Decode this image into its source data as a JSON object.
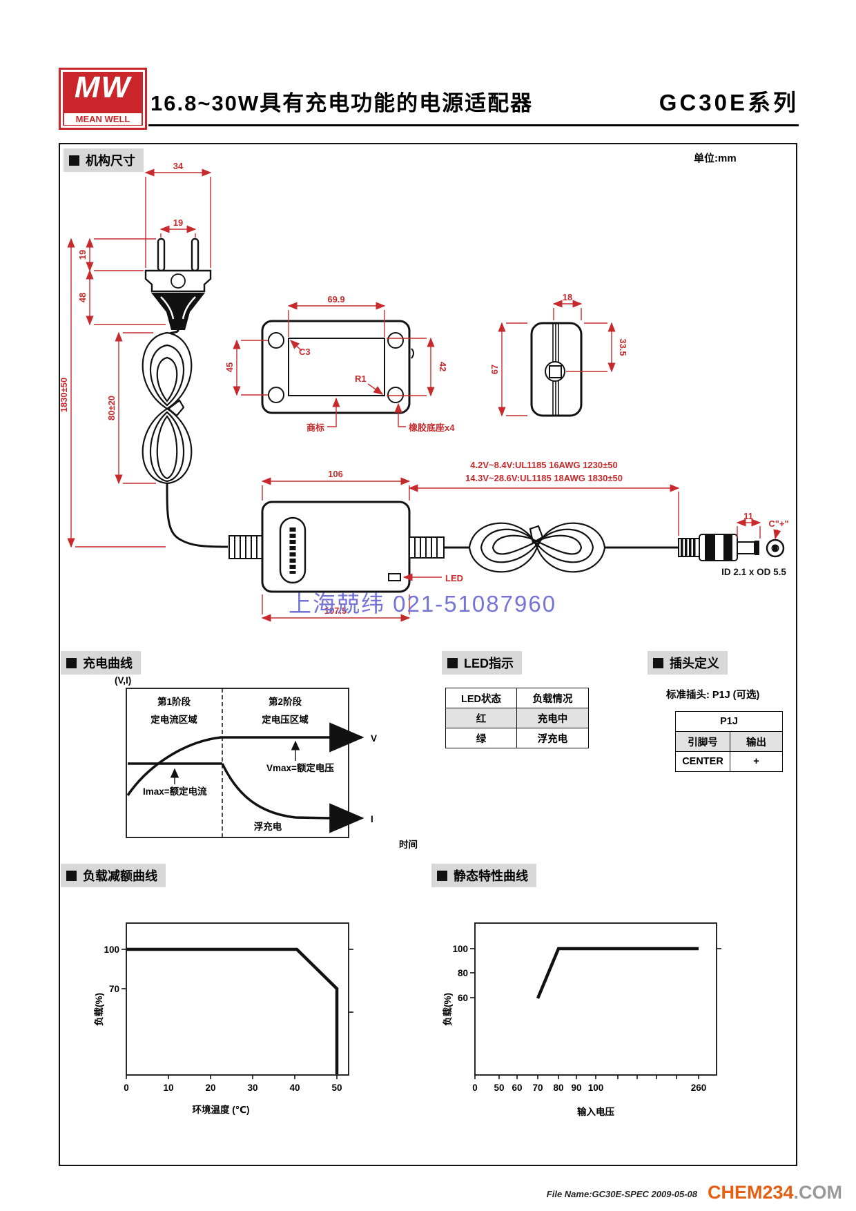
{
  "header": {
    "logo_mw": "MW",
    "logo_sub": "MEAN WELL",
    "title": "16.8~30W具有充电功能的电源适配器",
    "series": "GC30E系列"
  },
  "unit_note": "单位:mm",
  "sections": {
    "mech": "机构尺寸",
    "charge": "充电曲线",
    "led": "LED指示",
    "plug": "插头定义",
    "derating": "负载减额曲线",
    "static_curve": "静态特性曲线"
  },
  "mech": {
    "dims": {
      "plug_width": "34",
      "pin_pitch": "19",
      "pin_length": "19",
      "plug_height": "48",
      "cord_length": "1830±50",
      "coil_length": "80±20",
      "face_width": "69.9",
      "hole_pitch": "45",
      "face_height": "42",
      "side_width": "18",
      "side_offset": "33.5",
      "side_height": "67",
      "body_length": "106",
      "body_length_total": "107.5",
      "tip_length": "11"
    },
    "cable_note1": "4.2V~8.4V:UL1185 16AWG 1230±50",
    "cable_note2": "14.3V~28.6V:UL1185 18AWG 1830±50",
    "callouts": {
      "c3": "C3",
      "r1": "R1",
      "trademark": "商标",
      "rubber_feet": "橡胶底座x4",
      "led": "LED",
      "polarity": "C\"+\"",
      "tip_spec": "ID 2.1 x OD 5.5"
    }
  },
  "charge_chart": {
    "axis": "(V,I)",
    "stage1_line1": "第1阶段",
    "stage1_line2": "定电流区域",
    "stage2_line1": "第2阶段",
    "stage2_line2": "定电压区域",
    "imax": "Imax=额定电流",
    "vmax": "Vmax=额定电压",
    "float_charge": "浮充电",
    "v_label": "V",
    "i_label": "I",
    "time_label": "时间"
  },
  "led_table": {
    "headers": [
      "LED状态",
      "负载情况"
    ],
    "rows": [
      [
        "红",
        "充电中"
      ],
      [
        "绿",
        "浮充电"
      ]
    ]
  },
  "plug_def": {
    "note": "标准插头: P1J (可选)",
    "title": "P1J",
    "headers": [
      "引脚号",
      "输出"
    ],
    "row": [
      "CENTER",
      "+"
    ]
  },
  "derating_chart": {
    "yticks": [
      "100",
      "70"
    ],
    "xticks": [
      "0",
      "10",
      "20",
      "30",
      "40",
      "50"
    ],
    "ylabel": "负载(%)",
    "xlabel": "环境温度 (℃)"
  },
  "static_chart": {
    "yticks": [
      "100",
      "80",
      "60"
    ],
    "xticks": [
      "0",
      "50",
      "60",
      "70",
      "80",
      "90",
      "100",
      "260"
    ],
    "ylabel": "负载(%)",
    "xlabel": "输入电压"
  },
  "chart_data": [
    {
      "type": "line",
      "title": "充电曲线",
      "xlabel": "时间",
      "ylabel": "(V,I)",
      "series": [
        {
          "name": "V",
          "description": "第1阶段定电流区域内电压上升至Vmax=额定电压, 第2阶段定电压区域内保持恒定"
        },
        {
          "name": "I",
          "description": "第1阶段保持Imax=额定电流, 第2阶段电流衰减进入浮充电"
        }
      ],
      "annotations": [
        "第1阶段",
        "定电流区域",
        "第2阶段",
        "定电压区域",
        "Imax=额定电流",
        "Vmax=额定电压",
        "浮充电"
      ]
    },
    {
      "type": "line",
      "title": "负载减额曲线",
      "xlabel": "环境温度 (℃)",
      "ylabel": "负载(%)",
      "xticks": [
        0,
        10,
        20,
        30,
        40,
        50
      ],
      "yticks": [
        70,
        100
      ],
      "points": [
        [
          0,
          100
        ],
        [
          40,
          100
        ],
        [
          50,
          70
        ],
        [
          50,
          0
        ]
      ]
    },
    {
      "type": "line",
      "title": "静态特性曲线",
      "xlabel": "输入电压",
      "ylabel": "负载(%)",
      "xticks": [
        0,
        50,
        60,
        70,
        80,
        90,
        100,
        260
      ],
      "yticks": [
        60,
        80,
        100
      ],
      "points": [
        [
          70,
          60
        ],
        [
          80,
          100
        ],
        [
          260,
          100
        ]
      ]
    }
  ],
  "watermark": "上海兢纬 021-51087960",
  "footer": {
    "file_name": "File Name:GC30E-SPEC  2009-05-08",
    "brand": "CHEM234",
    "brand_suffix": ".COM"
  },
  "colors": {
    "accent_red": "#c62a2c",
    "watermark_blue": "#7473d6",
    "label_bg": "#d8d8d8",
    "logo_red": "#c9252b",
    "brand_orange": "#e55f13"
  }
}
